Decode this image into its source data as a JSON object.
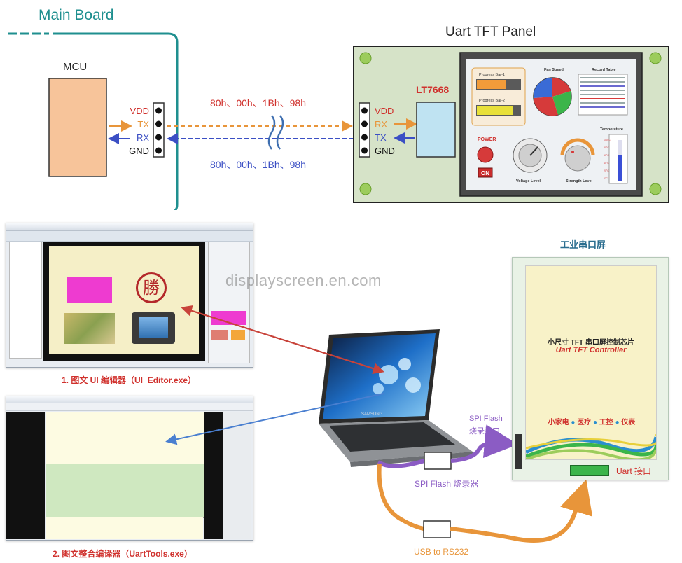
{
  "main_board": {
    "title": "Main Board",
    "mcu_label": "MCU",
    "pins": [
      "VDD",
      "TX",
      "RX",
      "GND"
    ]
  },
  "link": {
    "top_sequence": "80h、00h、1Bh、98h",
    "bottom_sequence": "80h、00h、1Bh、98h"
  },
  "panel": {
    "title": "Uart TFT Panel",
    "chip": "LT7668",
    "pins": [
      "VDD",
      "RX",
      "TX",
      "GND"
    ],
    "screen": {
      "progress1": "Progress Bar-1",
      "progress2": "Progress Bar-2",
      "fan_speed": "Fan Speed",
      "record_table": "Record Table",
      "power": "POWER",
      "on": "ON",
      "voltage": "Voltage Level",
      "strength": "Strength Level",
      "temperature": "Temperature",
      "temp_ticks": [
        "100°C",
        "80°C",
        "60°C",
        "40°C",
        "20°C",
        "0°C"
      ]
    }
  },
  "editor": {
    "caption": "1. 图文 UI 编辑器（UI_Editor.exe）",
    "chinese_char": "勝"
  },
  "tools": {
    "caption": "2. 图文整合编译器（UartTools.exe）"
  },
  "laptop": {
    "brand": "SAMSUNG"
  },
  "watermark": "displayscreen.en.com",
  "industrial": {
    "title": "工业串口屏",
    "chip_line": "小尺寸 TFT 串口屏控制芯片",
    "controller": "Uart TFT Controller",
    "apps": [
      "小家电",
      "医疗",
      "工控",
      "仪表"
    ],
    "uart_port": "Uart 接口"
  },
  "flash": {
    "side_label_1": "SPI Flash",
    "side_label_2": "烧录接口",
    "programmer": "SPI Flash 烧录器"
  },
  "usb": {
    "label": "USB to RS232"
  },
  "colors": {
    "teal": "#1f8f8f",
    "orange": "#e8953a",
    "blue": "#3b4fc4",
    "red": "#d0312d",
    "purple": "#8b5cc4"
  }
}
